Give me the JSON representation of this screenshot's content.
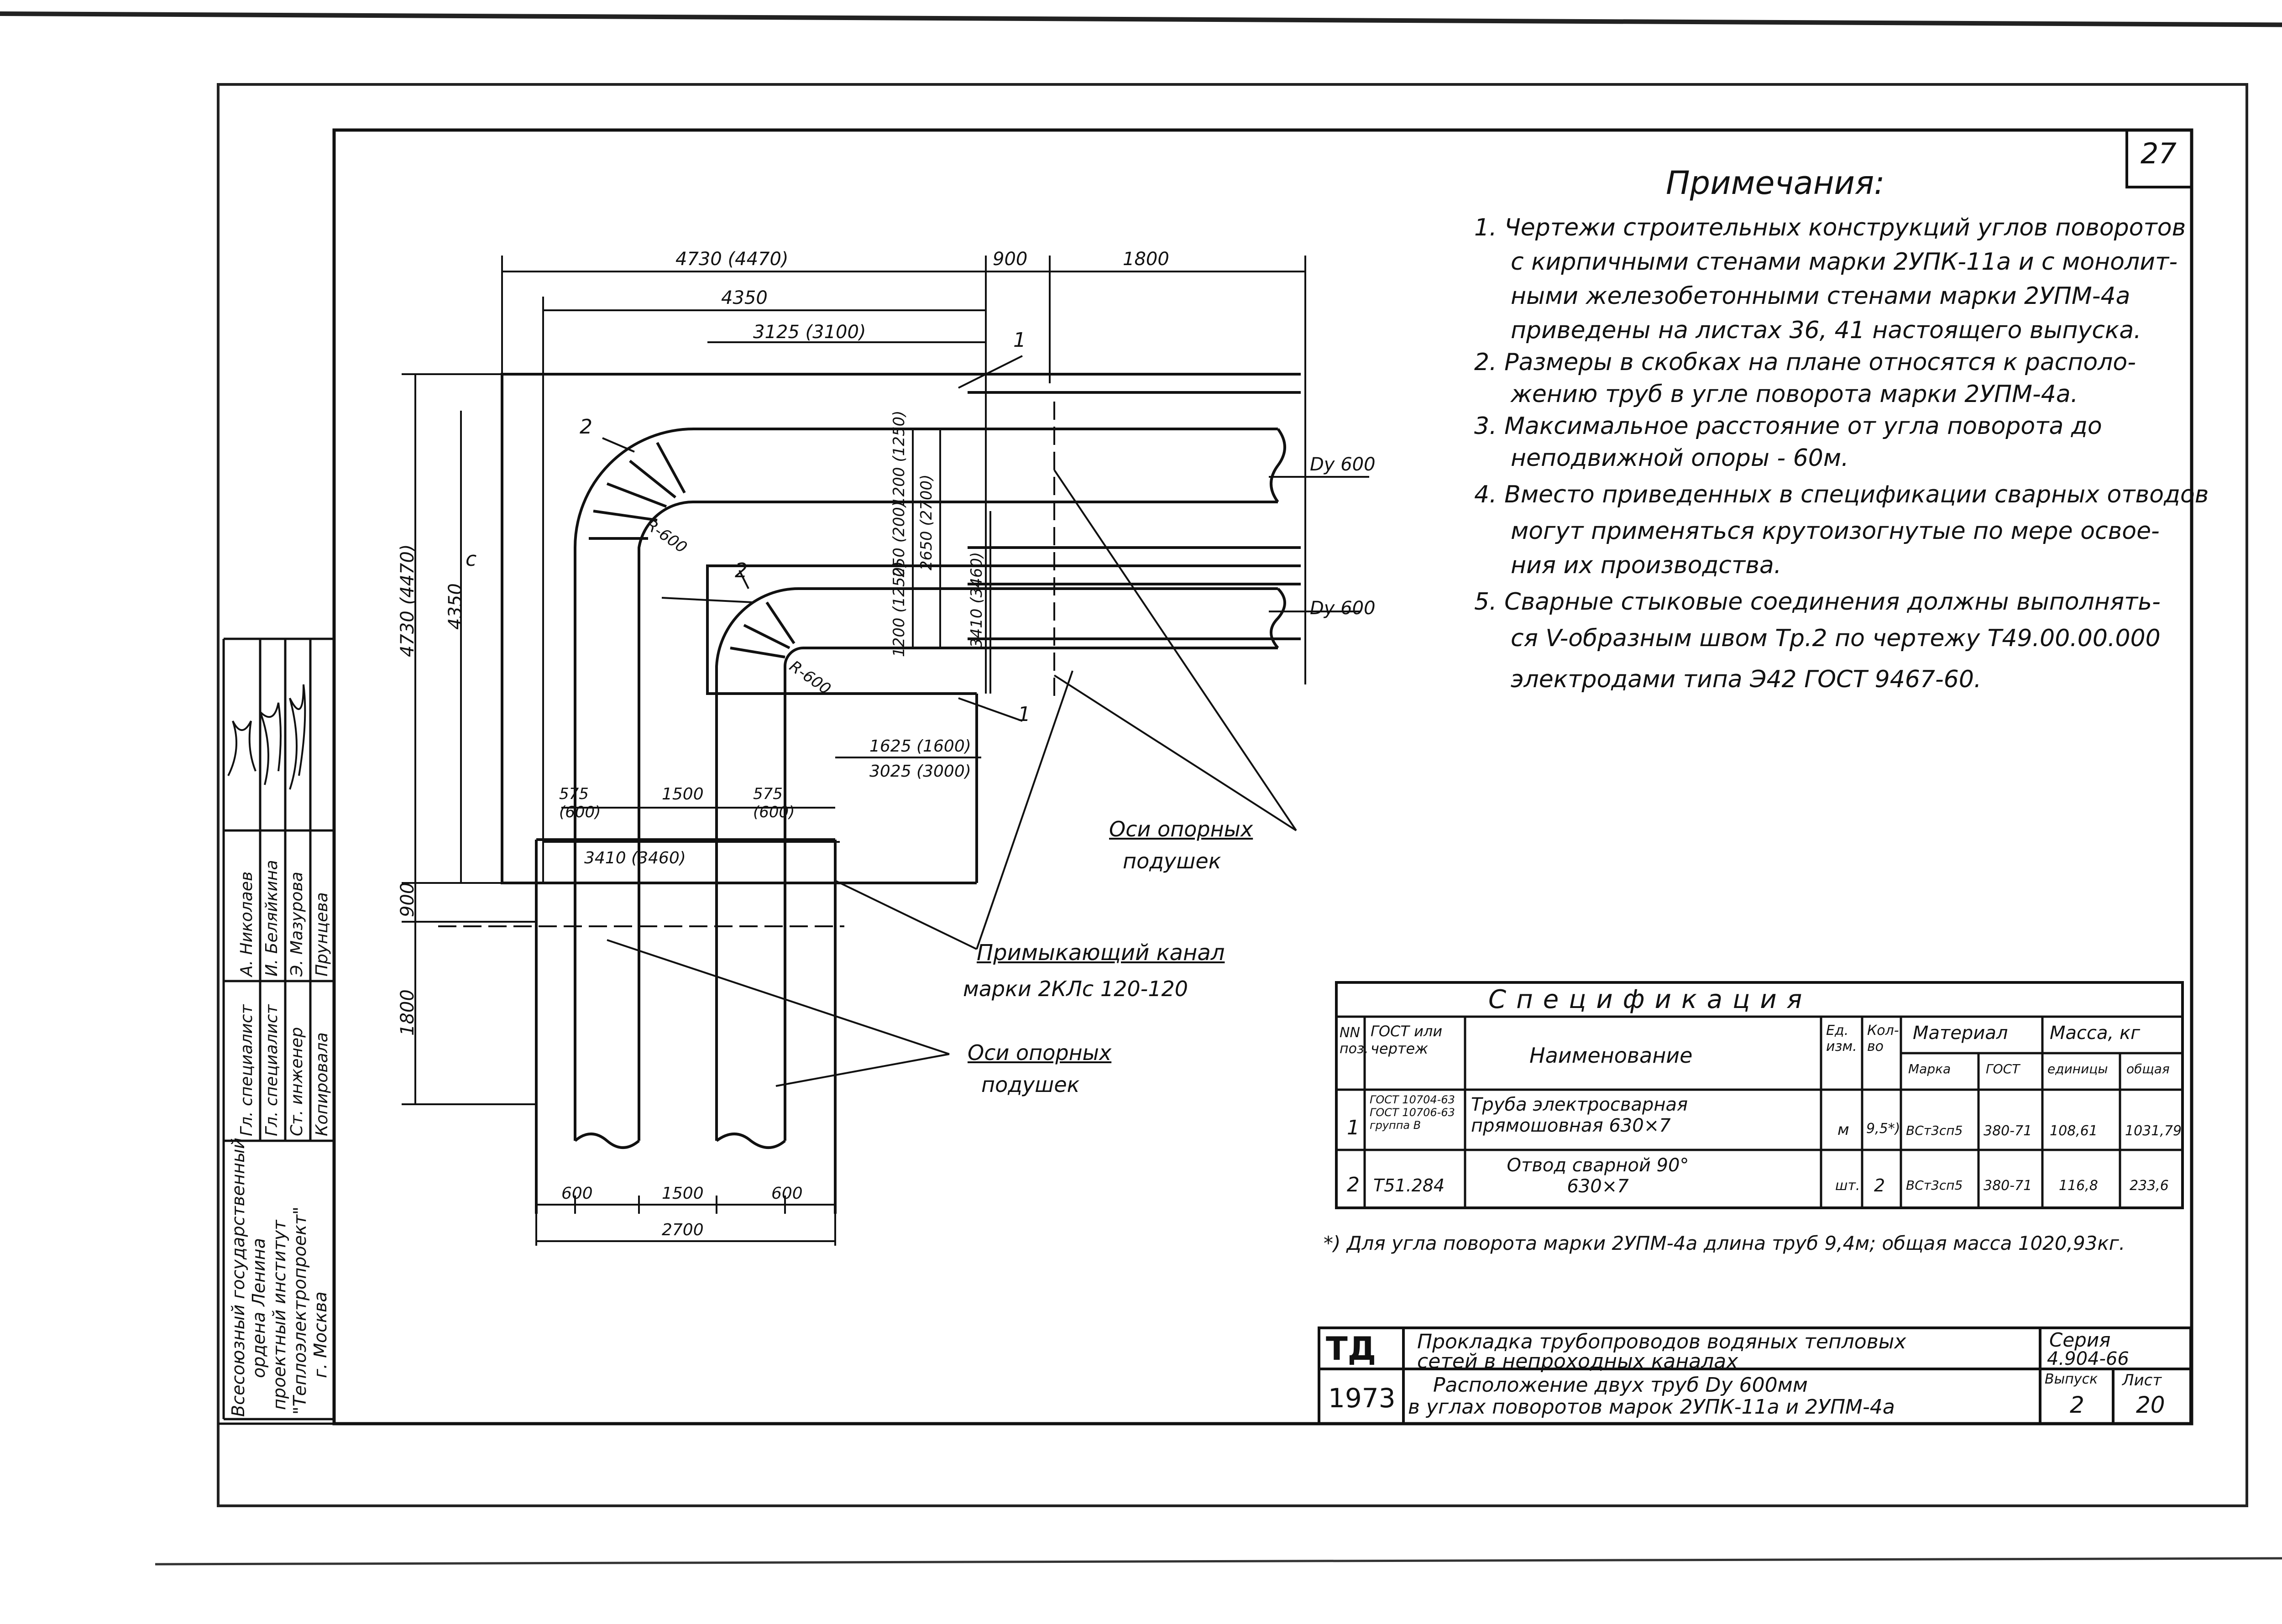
{
  "sheet": {
    "number": "27"
  },
  "notes": {
    "title": "Примечания:",
    "lines": [
      "1. Чертежи строительных конструкций углов поворотов",
      "с кирпичными стенами марки 2УПК-11а и с монолит-",
      "ными железобетонными стенами марки 2УПМ-4а",
      "приведены на листах 36, 41 настоящего выпуска.",
      "2. Размеры в скобках на плане относятся к располо-",
      "жению труб в угле поворота марки 2УПМ-4а.",
      "3. Максимальное расстояние от угла поворота до",
      "неподвижной опоры - 60м.",
      "4. Вместо приведенных в спецификации сварных отводов",
      "могут применяться крутоизогнутые по мере освое-",
      "ния их производства.",
      "5. Сварные стыковые соединения должны выполнять-",
      "ся V-образным швом Тр.2 по чертежу Т49.00.00.000",
      "электродами типа Э42 ГОСТ 9467-60."
    ]
  },
  "drawing": {
    "dims_top": [
      "4730 (4470)",
      "4350",
      "3125 (3100)",
      "900",
      "1800"
    ],
    "dims_left": [
      "4730 (4470)",
      "4350",
      "900",
      "1800"
    ],
    "dims_mid": [
      "1200 (1250)",
      "250 (200)",
      "2650 (2700)",
      "1200 (1250)",
      "3410 (3460)"
    ],
    "dims_inner": [
      "1625 (1600)",
      "3025 (3000)",
      "575 (600)",
      "1500",
      "575 (600)",
      "3410 (3460)"
    ],
    "dims_bottom": [
      "600",
      "1500",
      "600",
      "2700"
    ],
    "radius": [
      "R-600",
      "R-600"
    ],
    "pipe_labels": [
      "Dу 600",
      "Dу 600"
    ],
    "positions": [
      "1",
      "2",
      "2",
      "1"
    ],
    "callouts": {
      "supports_1": [
        "Оси опорных",
        "подушек"
      ],
      "channel": [
        "Примыкающий канал",
        "марки 2КЛс 120-120"
      ],
      "supports_2": [
        "Оси опорных",
        "подушек"
      ]
    },
    "c_mark": "с"
  },
  "spec": {
    "title": "Спецификация",
    "headers": {
      "nn": "NN поз.",
      "gost": "ГОСТ или чертеж",
      "name": "Наименование",
      "unit": "Ед. изм.",
      "qty": "Кол-во",
      "material": "Материал",
      "mat_mark": "Марка",
      "mat_gost": "ГОСТ",
      "mass": "Масса, кг",
      "mass_unit": "единицы",
      "mass_total": "общая"
    },
    "rows": [
      {
        "pos": "1",
        "gost": "ГОСТ 10704-63 ГОСТ 10706-63 группа В",
        "name": "Труба электросварная прямошовная 630×7",
        "unit": "м",
        "qty": "9,5*)",
        "mark": "ВСт3сп5",
        "mgost": "380-71",
        "m_unit": "108,61",
        "m_total": "1031,79"
      },
      {
        "pos": "2",
        "gost": "Т51.284",
        "name": "Отвод сварной 90° 630×7",
        "unit": "шт.",
        "qty": "2",
        "mark": "ВСт3сп5",
        "mgost": "380-71",
        "m_unit": "116,8",
        "m_total": "233,6"
      }
    ],
    "footnote": "*) Для угла поворота марки 2УПМ-4а длина труб 9,4м; общая масса 1020,93кг."
  },
  "title_block": {
    "code": "ТД",
    "year": "1973",
    "title1": "Прокладка трубопроводов водяных тепловых",
    "title2": "сетей в непроходных каналах",
    "sub1": "Расположение двух труб Dу 600мм",
    "sub2": "в углах поворотов марок 2УПК-11а и 2УПМ-4а",
    "series_label": "Серия",
    "series": "4.904-66",
    "issue_label": "Выпуск",
    "issue": "2",
    "sheet_label": "Лист",
    "sheet": "20"
  },
  "side_block": {
    "org": [
      "Всесоюзный государственный",
      "ордена Ленина",
      "проектный институт",
      "\"Теплоэлектропроект\"",
      "г. Москва"
    ],
    "roles": [
      "Гл. специалист",
      "Гл. специалист",
      "Ст. инженер",
      "Копировала"
    ],
    "names": [
      "А. Николаев",
      "И. Беляйкина",
      "Э. Мазурова",
      "Прунцева"
    ]
  }
}
